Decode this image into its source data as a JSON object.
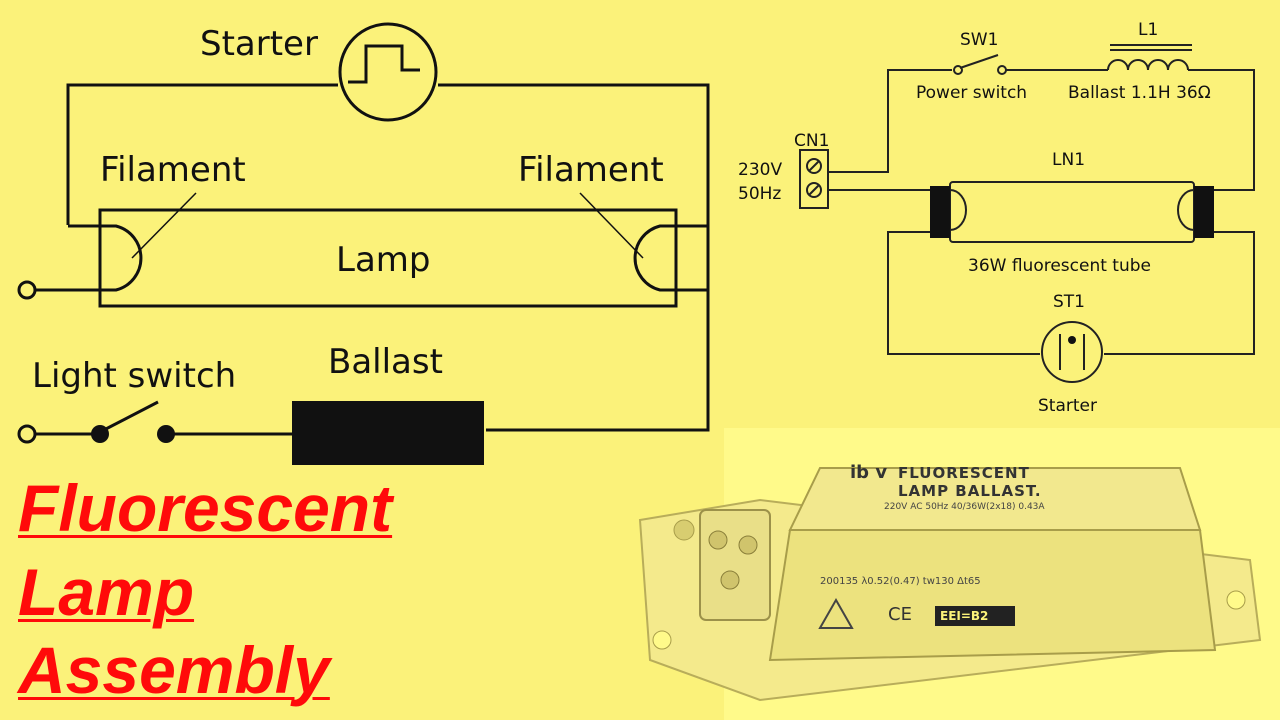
{
  "diagram_left": {
    "starter_label": "Starter",
    "filament_left_label": "Filament",
    "filament_right_label": "Filament",
    "lamp_label": "Lamp",
    "light_switch_label": "Light switch",
    "ballast_label": "Ballast"
  },
  "diagram_right": {
    "sw1_label": "SW1",
    "power_switch_label": "Power switch",
    "l1_label": "L1",
    "ballast_spec_label": "Ballast 1.1H 36Ω",
    "cn1_label": "CN1",
    "voltage_label": "230V",
    "frequency_label": "50Hz",
    "ln1_label": "LN1",
    "tube_label": "36W fluorescent tube",
    "st1_label": "ST1",
    "starter_label": "Starter"
  },
  "ballast_photo": {
    "logo_text": "ib v",
    "line1": "FLUORESCENT",
    "line2": "LAMP BALLAST.",
    "spec_line": "220V AC 50Hz 40/36W(2x18) 0.43A",
    "code_line": "200135 λ0.52(0.47) tw130 Δt65",
    "ce_mark": "CE",
    "eei_label": "EEI=B2"
  },
  "title": {
    "line1": "Fluorescent",
    "line2": "Lamp",
    "line3": "Assembly"
  },
  "colors": {
    "background": "#fbf27a",
    "title": "#ff0a0a",
    "line": "#111111"
  }
}
